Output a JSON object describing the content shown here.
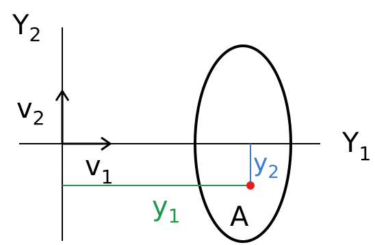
{
  "axes": {
    "horizontal": {
      "label": "Y",
      "subscript": "1"
    },
    "vertical": {
      "label": "Y",
      "subscript": "2"
    }
  },
  "vectors": {
    "v1": {
      "label": "v",
      "subscript": "1"
    },
    "v2": {
      "label": "v",
      "subscript": "2"
    }
  },
  "point": {
    "label": "A"
  },
  "projections": {
    "y1": {
      "label": "y",
      "subscript": "1"
    },
    "y2": {
      "label": "y",
      "subscript": "2"
    }
  },
  "colors": {
    "axis": "#000000",
    "ellipse": "#000000",
    "y1_line": "#1a9b4a",
    "y2_line": "#3a7bd5",
    "point": "#e02020",
    "text": "#000000"
  }
}
